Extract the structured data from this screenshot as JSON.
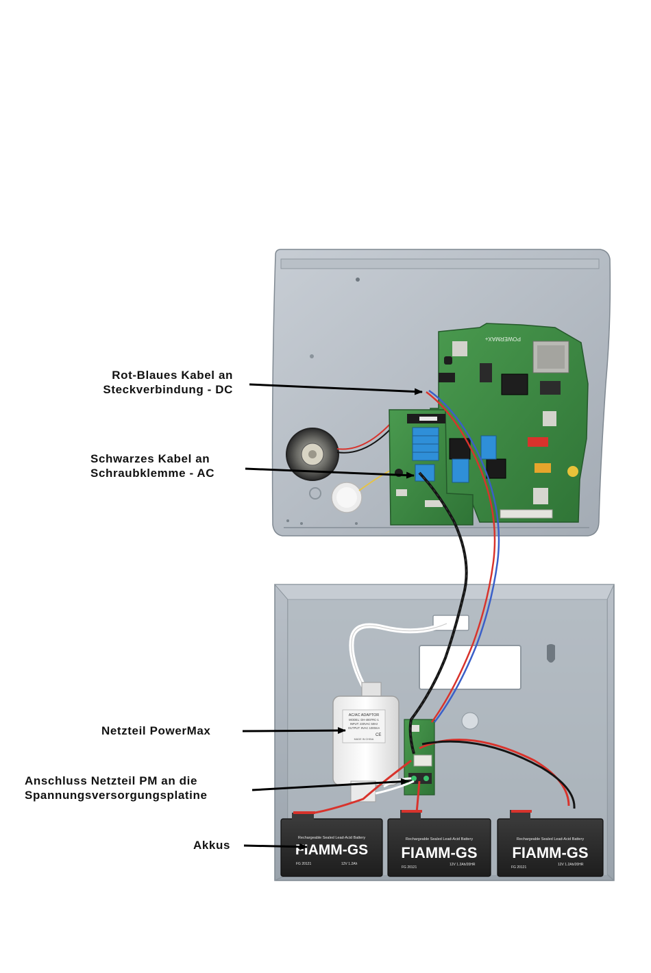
{
  "labels": {
    "dc_cable": {
      "line1": "Rot-Blaues Kabel an",
      "line2": "Steckverbindung - DC"
    },
    "ac_cable": {
      "line1": "Schwarzes Kabel an",
      "line2": "Schraubklemme - AC"
    },
    "power_supply": "Netzteil PowerMax",
    "connection": {
      "line1": "Anschluss Netzteil PM an die",
      "line2": "Spannungsversorgungsplatine"
    },
    "batteries": "Akkus"
  },
  "device": {
    "board_brand": "POWERMAX+",
    "adaptor": {
      "title": "AC/AC ADAPTOR",
      "model": "MODEL: DH-4807RC-1",
      "input": "INPUT: 230VAC 50Hz",
      "output": "OUTPUT: 9VAC 1000mA",
      "origin": "MADE IN CHINA",
      "ce": "CE"
    },
    "batteries": [
      {
        "header": "Rechargeable Sealed Lead-Acid Battery",
        "brand": "FIAMM-GS",
        "model": "FG 20121",
        "rating": "12V 1.2Ah"
      },
      {
        "header": "Rechargeable Sealed Lead-Acid Battery",
        "brand": "FIAMM-GS",
        "model": "FG 20121",
        "rating": "12V 1.2Ah/20HR"
      },
      {
        "header": "Rechargeable Sealed Lead-Acid Battery",
        "brand": "FIAMM-GS",
        "model": "FG 20121",
        "rating": "12V 1.2Ah/20HR"
      }
    ]
  },
  "colors": {
    "housing": "#a7afb8",
    "housing_light": "#c2c9d1",
    "pcb": "#3f8a45",
    "terminal": "#2f8fd8",
    "battery": "#2b2b2b",
    "cable_red": "#d8332c",
    "cable_blue": "#3a5fc8",
    "cable_black": "#141414",
    "arrow": "#000000"
  }
}
